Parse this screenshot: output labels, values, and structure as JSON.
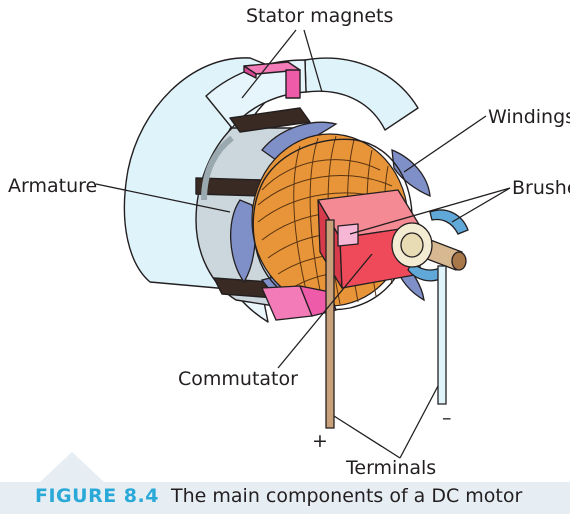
{
  "diagram": {
    "labels": {
      "stator_magnets": "Stator magnets",
      "windings": "Windings",
      "armature": "Armature",
      "brushes": "Brushes",
      "commutator": "Commutator",
      "terminals": "Terminals",
      "plus": "+",
      "minus": "–"
    }
  },
  "caption": {
    "figure_label": "FIGURE 8.4",
    "text": "The main components of a DC motor"
  },
  "colors": {
    "stator": "#dff3fb",
    "armature": "#cbd7dc",
    "windings": "#e8953a",
    "end_windings": "#7f8fc8",
    "commutator": "#ef4a5a",
    "pink": "#ee5ba8",
    "caption_figure": "#2aa9d8",
    "caption_bar": "#e6eef3"
  }
}
